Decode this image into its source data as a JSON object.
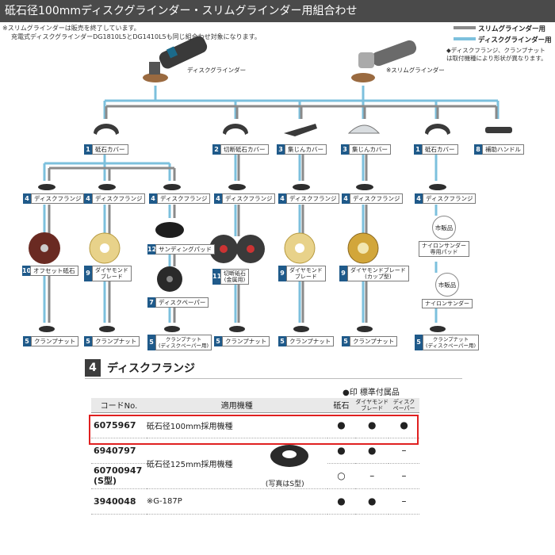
{
  "title": "砥石径100mmディスクグラインダー・スリムグラインダー用組合わせ",
  "notes": [
    "※スリムグラインダーは販売を終了しています。",
    "充電式ディスクグラインダーDG1810L5とDG1410L5も同じ組合わせ対象になります。"
  ],
  "legend": {
    "slim_label": "スリムグラインダー用",
    "disc_label": "ディスクグラインダー用",
    "note": "◆ディスクフランジ、クランプナットは取付機種により形状が異なります。",
    "colors": {
      "slim": "#8a8a8a",
      "disc": "#7cc0dd"
    }
  },
  "tools": {
    "disc": "ディスクグラインダー",
    "slim": "※スリムグラインダー"
  },
  "covers": [
    {
      "num": "1",
      "label": "砥石カバー"
    },
    {
      "num": "2",
      "label": "切断砥石カバー"
    },
    {
      "num": "3",
      "label": "集じんカバー"
    },
    {
      "num": "3",
      "label": "集じんカバー"
    },
    {
      "num": "1",
      "label": "砥石カバー"
    },
    {
      "num": "8",
      "label": "補助ハンドル"
    }
  ],
  "flange": {
    "num": "4",
    "label": "ディスクフランジ"
  },
  "wheels": [
    {
      "num": "10",
      "label": "オフセット砥石"
    },
    {
      "num": "9",
      "label": "ダイヤモンド\nブレード"
    },
    {
      "num": "12",
      "label": "サンディングパッド"
    },
    {
      "num": "7",
      "label": "ディスクペーパー"
    },
    {
      "num": "11",
      "label": "切断砥石\n(金属用)"
    },
    {
      "num": "9",
      "label": "ダイヤモンド\nブレード"
    },
    {
      "num": "9",
      "label": "ダイヤモンドブレード\n(カップ型)"
    }
  ],
  "market": {
    "label": "市販品",
    "nylon_pad": "ナイロンサンダー\n専用パッド",
    "nylon": "ナイロンサンダー"
  },
  "clamp": {
    "num": "5",
    "label": "クランプナット",
    "label_paper": "クランプナット\n(ディスクペーパー用)"
  },
  "section": {
    "num": "4",
    "title": "ディスクフランジ",
    "standard_note": "●印 標準付属品",
    "headers": {
      "code": "コードNo.",
      "model": "適用機種",
      "wheel": "砥石",
      "diamond": "ダイヤモンド\nブレード",
      "paper": "ディスク\nペーパー"
    },
    "rows": [
      {
        "code": "6075967",
        "model": "砥石径100mm採用機種",
        "wheel": "●",
        "diamond": "●",
        "paper": "●"
      },
      {
        "code": "6940797",
        "model": "砥石径125mm採用機種",
        "wheel": "●",
        "diamond": "●",
        "paper": "–"
      },
      {
        "code": "60700947\n(S型)",
        "model": "",
        "wheel": "○",
        "diamond": "–",
        "paper": "–"
      },
      {
        "code": "3940048",
        "model": "※G-187P",
        "wheel": "●",
        "diamond": "●",
        "paper": "–"
      }
    ],
    "photo_caption": "(写真はS型)"
  }
}
